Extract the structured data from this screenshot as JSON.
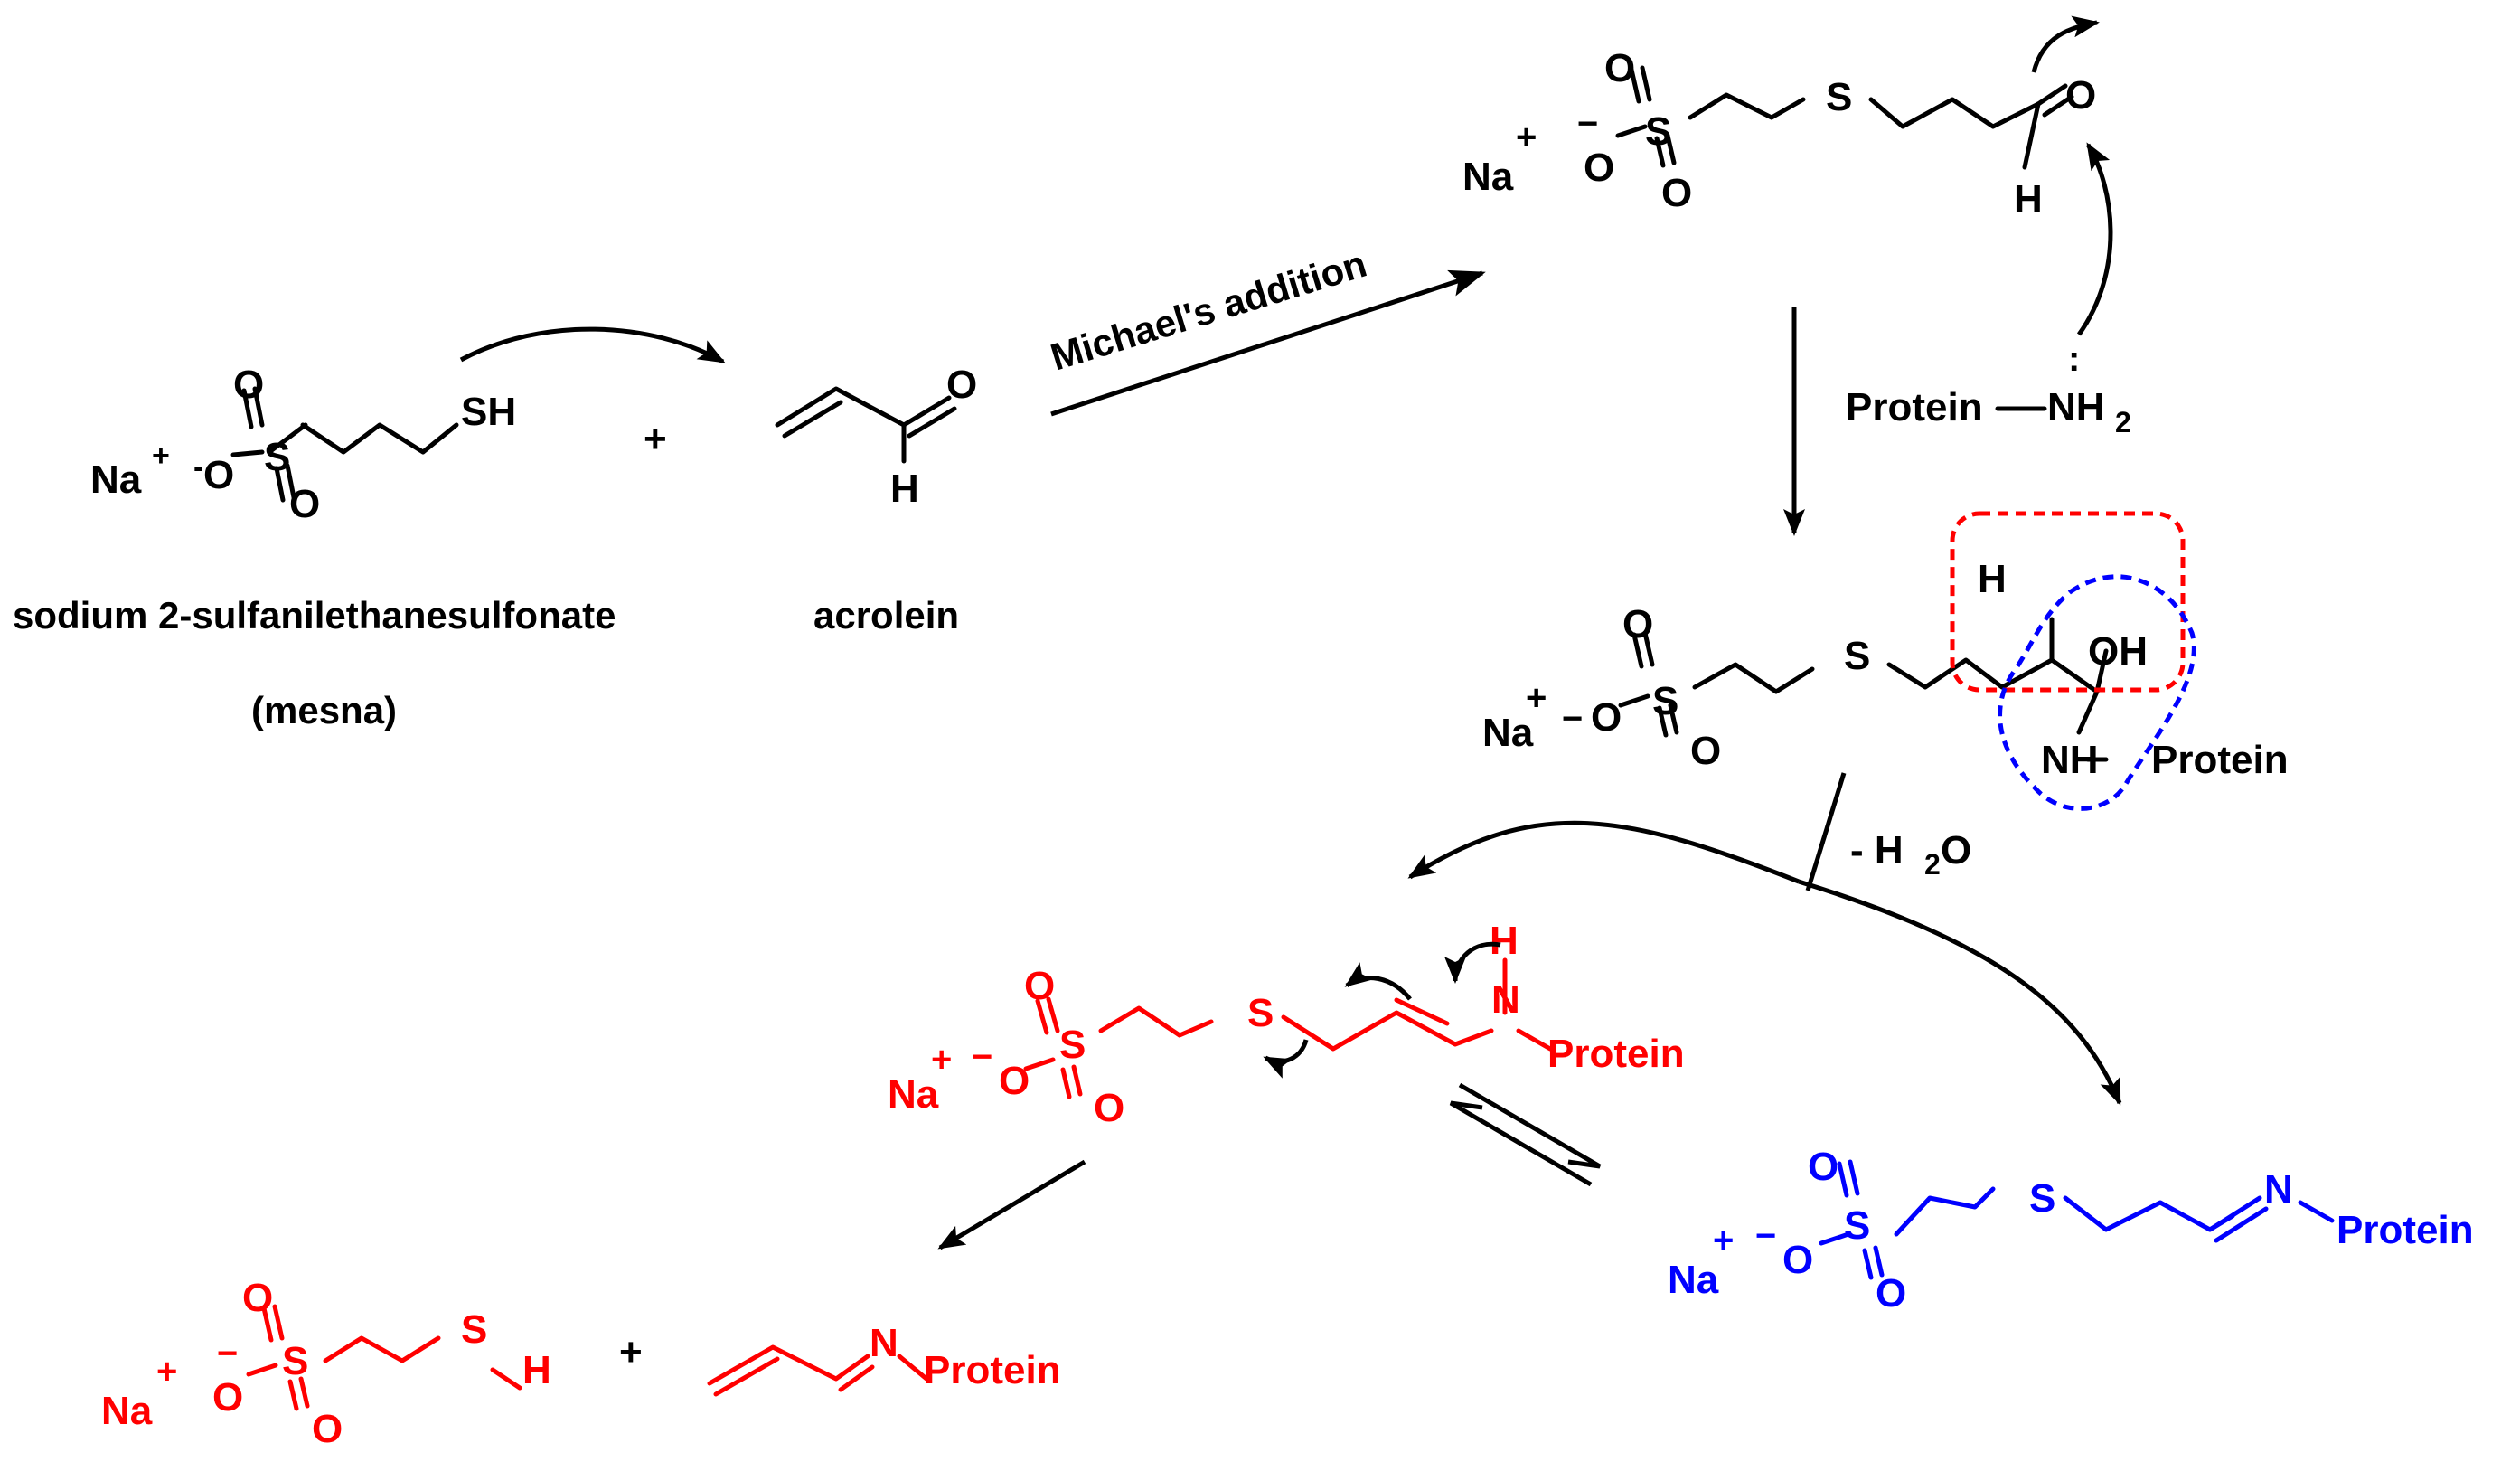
{
  "labels": {
    "mesna_name": "sodium 2-sulfanilethanesulfonate",
    "mesna_abbrev": "(mesna)",
    "acrolein_name": "acrolein",
    "michael_addition": "Michael's addition",
    "protein_nh2": "Protein",
    "water_loss": "- H",
    "water_o": "O",
    "plus": "+"
  },
  "atoms": {
    "na": "Na",
    "plus_charge": "+",
    "minus_charge": "-",
    "minus_dash": "−",
    "o": "O",
    "s": "S",
    "sh": "SH",
    "h": "H",
    "oh": "OH",
    "n": "N",
    "nh": "NH",
    "nh2": "NH",
    "sub2": "2",
    "protein": "Protein"
  },
  "colors": {
    "black": "#000000",
    "red": "#ff0000",
    "blue": "#0000ff",
    "red_box": "#ff0000",
    "blue_box": "#0000ff"
  }
}
